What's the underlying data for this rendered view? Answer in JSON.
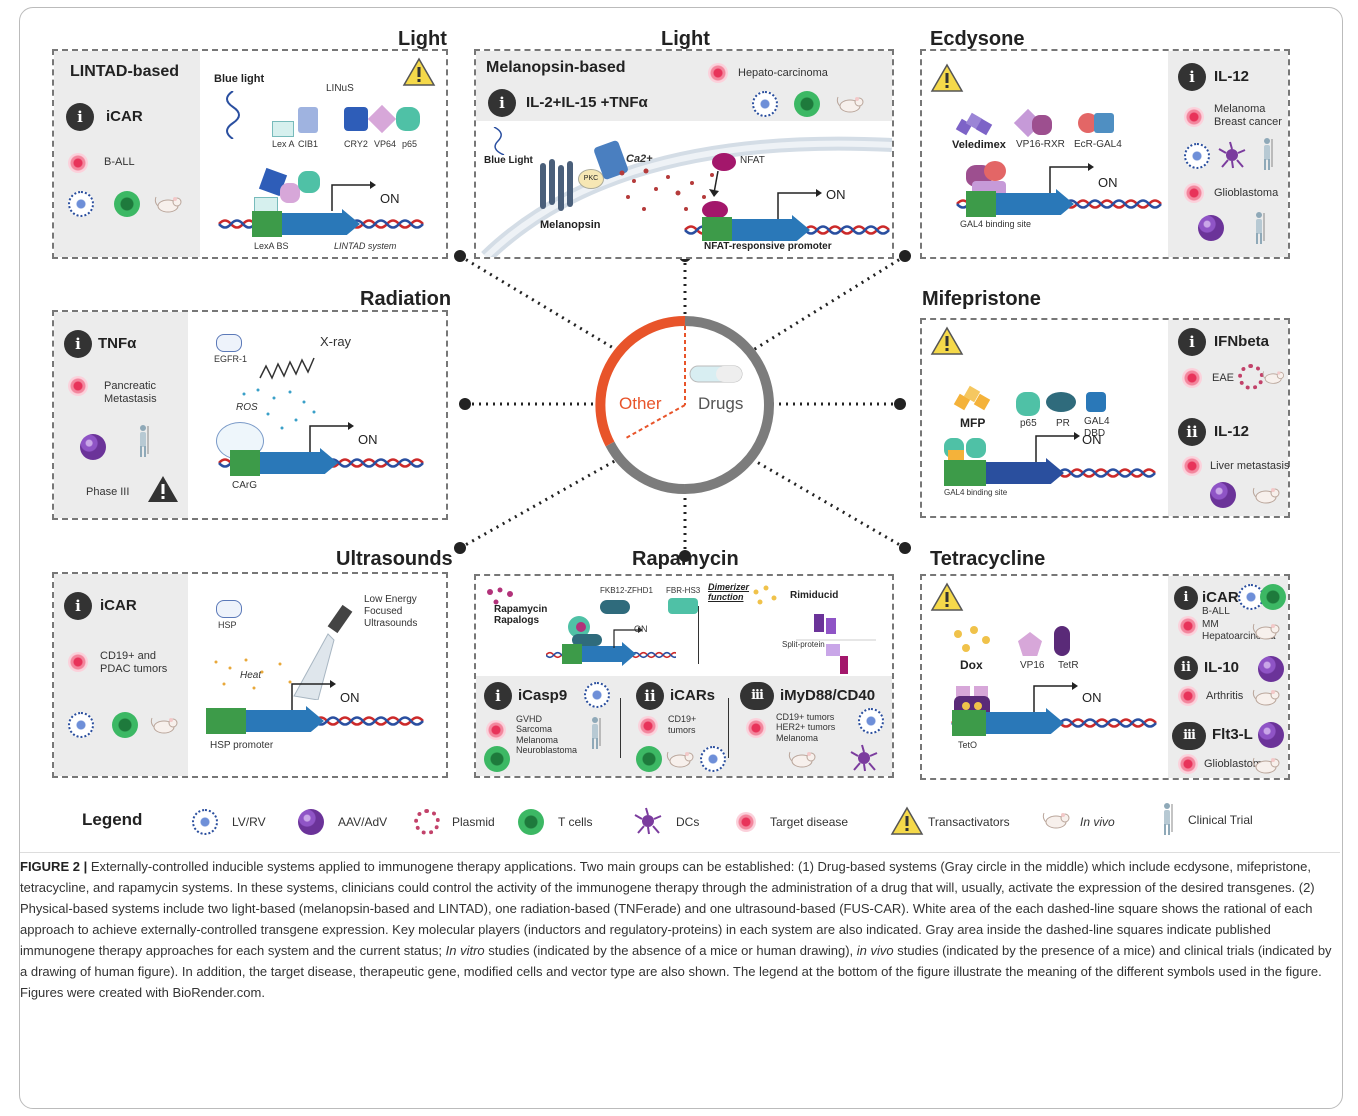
{
  "colors": {
    "drugs_ring": "#7c7c7c",
    "other_ring": "#e8542a",
    "box_gray": "#ececec",
    "dna_red": "#cc2a2a",
    "dna_blue": "#2a4fa0",
    "promoter_arrow": "#2a78b8",
    "tcell_green": "#3cb864",
    "disease_pink": "#e8335a",
    "aav_purple": "#8f54c6",
    "warning_yellow": "#f5d94a"
  },
  "center": {
    "other_label": "Other",
    "drugs_label": "Drugs"
  },
  "icons": [
    "lv-rv-icon",
    "aav-adv-icon",
    "plasmid-icon",
    "t-cells-icon",
    "dcs-icon",
    "target-disease-icon",
    "transactivators-icon",
    "in-vivo-mouse-icon",
    "clinical-trial-icon"
  ],
  "panels": {
    "lintad": {
      "title": "Light",
      "subtitle": "LINTAD-based",
      "gene_num": "i",
      "gene": "iCAR",
      "disease": "B-ALL",
      "labels": {
        "blue_light": "Blue light",
        "linus": "LINuS",
        "lexa": "Lex A",
        "cib1": "CIB1",
        "cry2": "CRY2",
        "vp64": "VP64",
        "p65": "p65",
        "on": "ON",
        "lexa_bs": "LexA BS",
        "system": "LINTAD system"
      }
    },
    "melanopsin": {
      "title": "Light",
      "subtitle": "Melanopsin-based",
      "disease": "Hepato-carcinoma",
      "gene_num": "i",
      "gene": "IL-2+IL-15 +TNFα",
      "labels": {
        "blue_light": "Blue Light",
        "pkc": "PKC",
        "ca": "Ca2+",
        "nfat": "NFAT",
        "melanopsin": "Melanopsin",
        "on": "ON",
        "promoter": "NFAT-responsive promoter"
      }
    },
    "ecdysone": {
      "title": "Ecdysone",
      "gene_num": "i",
      "gene": "IL-12",
      "disease1": "Melanoma\nBreast cancer",
      "disease2": "Glioblastoma",
      "labels": {
        "veledimex": "Veledimex",
        "vp16rxr": "VP16-RXR",
        "ecr": "EcR-GAL4",
        "on": "ON",
        "site": "GAL4 binding site"
      }
    },
    "radiation": {
      "title": "Radiation",
      "gene_num": "i",
      "gene": "TNFα",
      "disease": "Pancreatic\nMetastasis",
      "phase": "Phase III",
      "labels": {
        "egfr": "EGFR-1",
        "xray": "X-ray",
        "ros": "ROS",
        "on": "ON",
        "carg": "CArG"
      }
    },
    "mifepristone": {
      "title": "Mifepristone",
      "gene1_num": "i",
      "gene1": "IFNbeta",
      "disease1": "EAE",
      "gene2_num": "ii",
      "gene2": "IL-12",
      "disease2": "Liver metastasis",
      "labels": {
        "mfp": "MFP",
        "p65": "p65",
        "pr": "PR",
        "gal4": "GAL4\nDBD",
        "on": "ON",
        "site": "GAL4 binding site"
      }
    },
    "ultrasounds": {
      "title": "Ultrasounds",
      "gene_num": "i",
      "gene": "iCAR",
      "disease": "CD19+ and\nPDAC tumors",
      "labels": {
        "hsp": "HSP",
        "low": "Low Energy\nFocused\nUltrasounds",
        "heat": "Heat",
        "on": "ON",
        "promoter": "HSP promoter"
      }
    },
    "rapamycin": {
      "title": "Rapamycin",
      "labels": {
        "rapalogs": "Rapamycin\nRapalogs",
        "fkb": "FKB12-ZFHD1",
        "fbr": "FBR-HS3",
        "dimerizer": "Dimerizer\nfunction",
        "rimiducid": "Rimiducid",
        "on": "ON",
        "split": "Split-protein"
      },
      "g1_num": "i",
      "g1": "iCasp9",
      "g1_dis": "GVHD\nSarcoma\nMelanoma\nNeuroblastoma",
      "g2_num": "ii",
      "g2": "iCARs",
      "g2_dis": "CD19+\ntumors",
      "g3_num": "iii",
      "g3": "iMyD88/CD40",
      "g3_dis": "CD19+ tumors\nHER2+ tumors\nMelanoma"
    },
    "tetracycline": {
      "title": "Tetracycline",
      "labels": {
        "dox": "Dox",
        "vp16": "VP16",
        "tetr": "TetR",
        "on": "ON",
        "teto": "TetO"
      },
      "g1_num": "i",
      "g1": "iCAR",
      "g1_dis": "B-ALL\nMM\nHepatoarcinoma",
      "g2_num": "ii",
      "g2": "IL-10",
      "g2_dis": "Arthritis",
      "g3_num": "iii",
      "g3": "Flt3-L",
      "g3_dis": "Glioblastoma"
    }
  },
  "legend": {
    "title": "Legend",
    "items": [
      "LV/RV",
      "AAV/AdV",
      "Plasmid",
      "T cells",
      "DCs",
      "Target disease",
      "Transactivators",
      "In vivo",
      "Clinical Trial"
    ]
  },
  "caption": {
    "label": "FIGURE 2 |",
    "text1": " Externally-controlled inducible systems applied to immunogene therapy applications. Two main groups can be established: (1) Drug-based systems (Gray circle in the middle) which include ecdysone, mifepristone, tetracycline, and rapamycin systems. In these systems, clinicians could control the activity of the immunogene therapy through the administration of a drug that will, usually, activate the expression of the desired transgenes. (2) Physical-based systems include two light-based (melanopsin-based and LINTAD), one radiation-based (TNFerade) and one ultrasound-based (FUS-CAR). White area of the each dashed-line square shows the rational of each approach to achieve externally-controlled transgene expression. Key molecular players (inductors and regulatory-proteins) in each system are also indicated. Gray area inside the dashed-line squares indicate published immunogene therapy approaches for each system and the current status; ",
    "italic1": "In vitro",
    "text2": " studies (indicated by the absence of a mice or human drawing), ",
    "italic2": "in vivo",
    "text3": " studies (indicated by the presence of a mice) and clinical trials (indicated by a drawing of human figure). In addition, the target disease, therapeutic gene, modified cells and vector type are also shown. The legend at the bottom of the figure illustrate the meaning of the different symbols used in the figure. Figures were created with BioRender.com."
  }
}
